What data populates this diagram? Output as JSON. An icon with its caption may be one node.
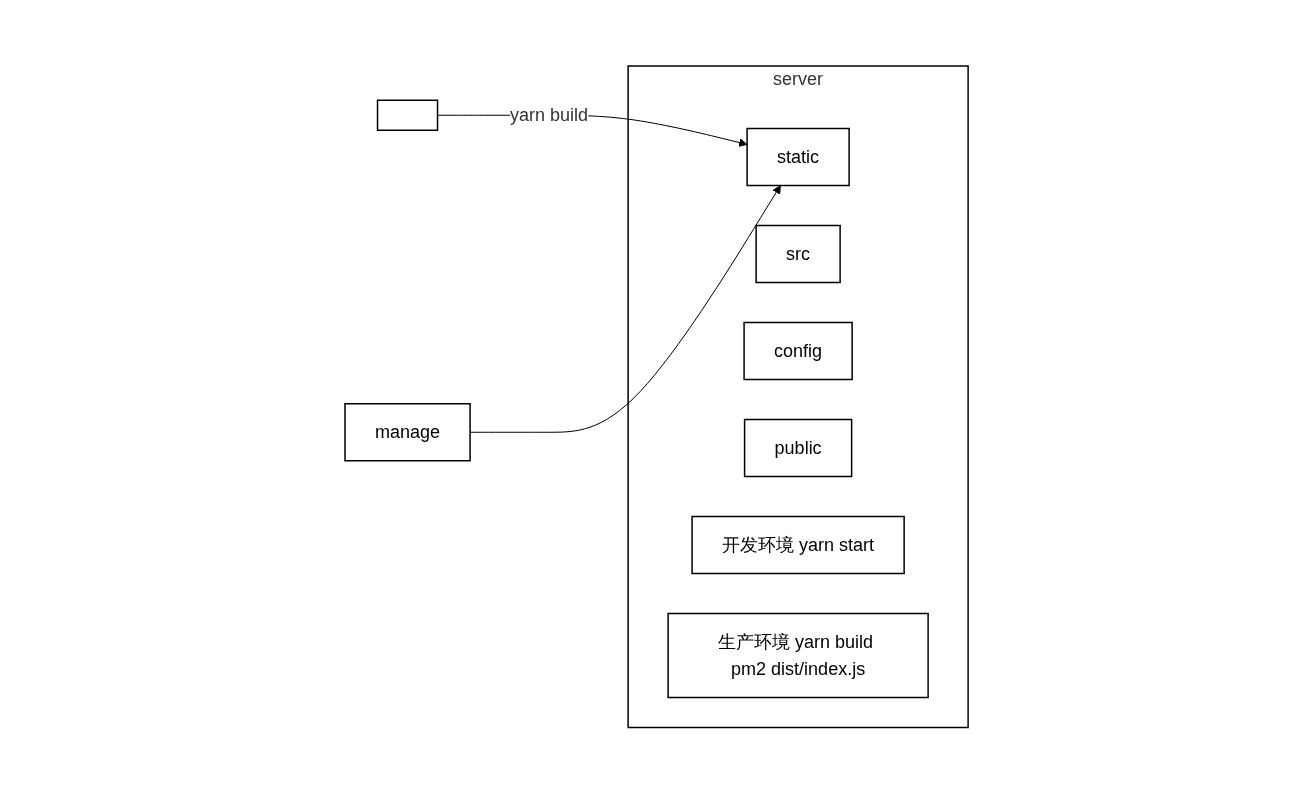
{
  "diagram": {
    "nodes": [
      {
        "text": [],
        "shape": "box"
      },
      {
        "text": [
          "manage"
        ]
      },
      {
        "text": [
          "server"
        ]
      },
      {
        "text": [
          "static"
        ],
        "in": 2
      },
      {
        "text": [
          "src"
        ],
        "in": 2
      },
      {
        "text": [
          "config"
        ],
        "in": 2
      },
      {
        "text": [
          "public"
        ],
        "in": 2
      },
      {
        "text": [
          "开发环境 yarn start"
        ],
        "in": 2
      },
      {
        "text": [
          "生产环境 yarn build pm2 dist/index.js"
        ],
        "in": 2
      }
    ],
    "edges": [
      {
        "from": 0,
        "to": 3,
        "arrow": "to",
        "label": "yarn build"
      },
      {
        "from": 1,
        "to": 3,
        "arrow": "to"
      }
    ]
  }
}
